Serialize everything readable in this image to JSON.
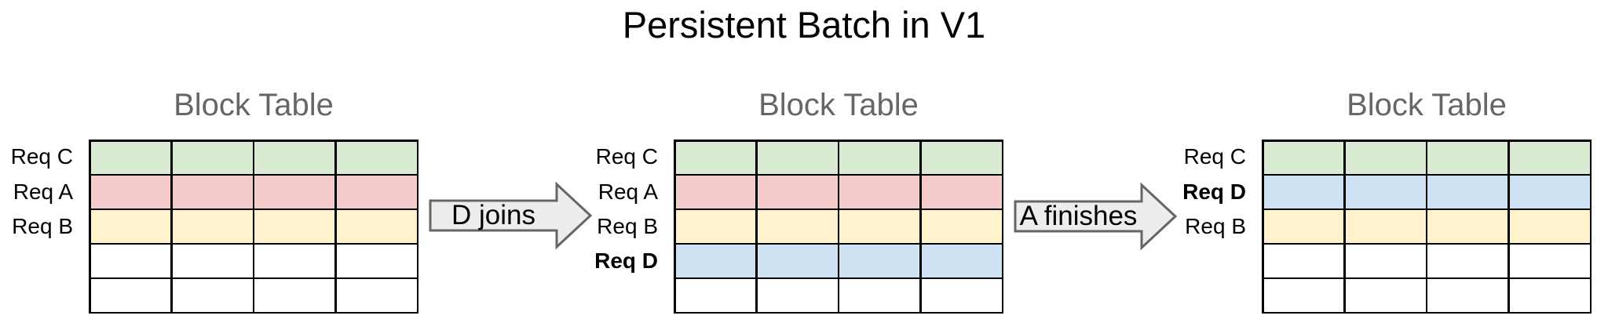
{
  "title": "Persistent Batch in V1",
  "colors": {
    "green": "#d9ead3",
    "red": "#f4cccc",
    "yellow": "#fff2cc",
    "blue": "#cfe2f3",
    "empty": "#ffffff",
    "cell_border": "#000000",
    "table_title_gray": "#666666",
    "arrow_fill": "#ededed",
    "arrow_border": "#666666",
    "text": "#000000"
  },
  "tables": [
    {
      "title": "Block Table",
      "columns": 4,
      "rows": [
        {
          "label": "Req C",
          "bold": false,
          "color": "green"
        },
        {
          "label": "Req A",
          "bold": false,
          "color": "red"
        },
        {
          "label": "Req B",
          "bold": false,
          "color": "yellow"
        },
        {
          "label": "",
          "bold": false,
          "color": "empty"
        },
        {
          "label": "",
          "bold": false,
          "color": "empty"
        }
      ]
    },
    {
      "title": "Block Table",
      "columns": 4,
      "rows": [
        {
          "label": "Req C",
          "bold": false,
          "color": "green"
        },
        {
          "label": "Req A",
          "bold": false,
          "color": "red"
        },
        {
          "label": "Req B",
          "bold": false,
          "color": "yellow"
        },
        {
          "label": "Req D",
          "bold": true,
          "color": "blue"
        },
        {
          "label": "",
          "bold": false,
          "color": "empty"
        }
      ]
    },
    {
      "title": "Block Table",
      "columns": 4,
      "rows": [
        {
          "label": "Req C",
          "bold": false,
          "color": "green"
        },
        {
          "label": "Req D",
          "bold": true,
          "color": "blue"
        },
        {
          "label": "Req B",
          "bold": false,
          "color": "yellow"
        },
        {
          "label": "",
          "bold": false,
          "color": "empty"
        },
        {
          "label": "",
          "bold": false,
          "color": "empty"
        }
      ]
    }
  ],
  "arrows": [
    {
      "label": "D joins"
    },
    {
      "label": "A finishes"
    }
  ]
}
